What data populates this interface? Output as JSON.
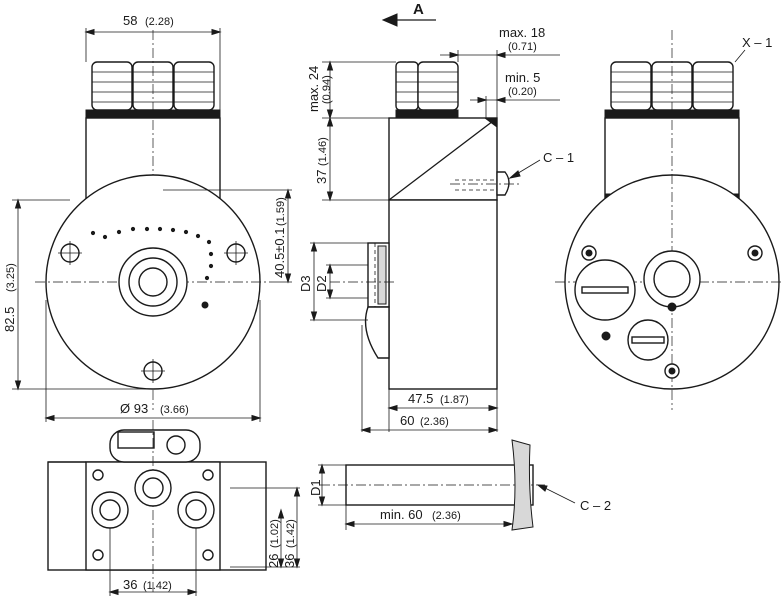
{
  "labels": {
    "view_a": "A",
    "x1": "X – 1",
    "c1": "C – 1",
    "c2": "C – 2",
    "d1": "D1",
    "d2": "D2",
    "d3": "D3"
  },
  "dimensions": {
    "width_58": "58",
    "width_58_in": "(2.28)",
    "max18": "max. 18",
    "max18_in": "(0.71)",
    "min5": "min. 5",
    "min5_in": "(0.20)",
    "max24": "max. 24",
    "max24_in": "(0.94)",
    "h37": "37",
    "h37_in": "(1.46)",
    "h40_5": "40.5±0.1",
    "h40_5_in": "(1.59)",
    "h82_5": "82.5",
    "h82_5_in": "(3.25)",
    "dia93": "Ø 93",
    "dia93_in": "(3.66)",
    "len47_5": "47.5",
    "len47_5_in": "(1.87)",
    "len60": "60",
    "len60_in": "(2.36)",
    "min60": "min. 60",
    "min60_in": "(2.36)",
    "h26": "26",
    "h26_in": "(1.02)",
    "h36": "36",
    "h36_in": "(1.42)",
    "w36": "36",
    "w36_in": "(1.42)"
  }
}
